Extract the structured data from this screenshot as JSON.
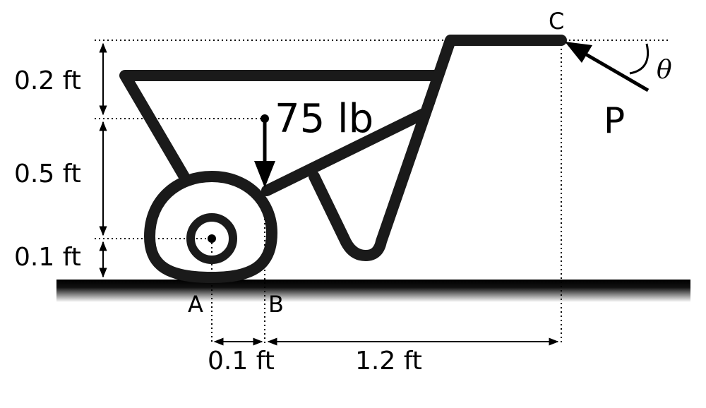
{
  "dimensions": {
    "top_height": "0.2 ft",
    "mid_height": "0.5 ft",
    "bottom_height": "0.1 ft",
    "horizontal_ab": "0.1 ft",
    "horizontal_bc": "1.2 ft"
  },
  "points": {
    "a": "A",
    "b": "B",
    "c": "C"
  },
  "load": {
    "label": "75 lb"
  },
  "force": {
    "label": "P",
    "angle_symbol": "θ"
  }
}
